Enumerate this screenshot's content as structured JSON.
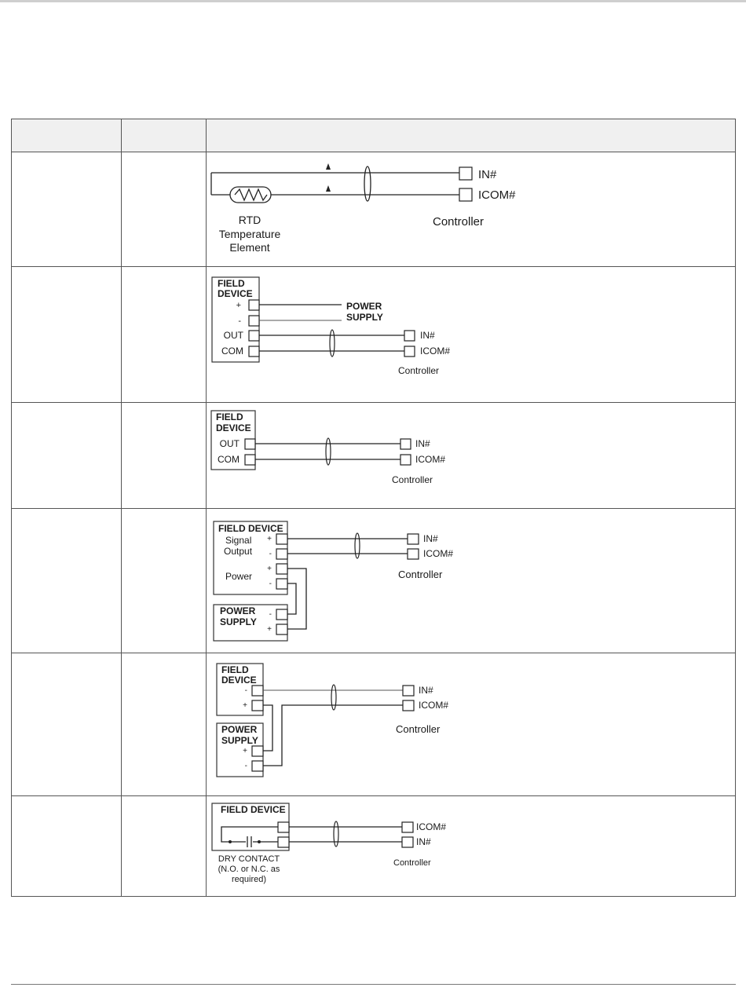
{
  "table": {
    "headers": [
      "",
      "",
      ""
    ],
    "rows": [
      {
        "col_a": "",
        "col_b": "",
        "diagram": {
          "terminals": [
            "IN#",
            "ICOM#"
          ],
          "element_label": [
            "RTD",
            "Temperature",
            "Element"
          ],
          "controller_label": "Controller"
        }
      },
      {
        "col_a": "",
        "col_b": "",
        "diagram": {
          "device_label": [
            "FIELD",
            "DEVICE"
          ],
          "pins": [
            "+",
            "-",
            "OUT",
            "COM"
          ],
          "supply_label": [
            "POWER",
            "SUPPLY"
          ],
          "terminals": [
            "IN#",
            "ICOM#"
          ],
          "controller_label": "Controller"
        }
      },
      {
        "col_a": "",
        "col_b": "",
        "diagram": {
          "device_label": [
            "FIELD",
            "DEVICE"
          ],
          "pins": [
            "OUT",
            "COM"
          ],
          "terminals": [
            "IN#",
            "ICOM#"
          ],
          "controller_label": "Controller"
        }
      },
      {
        "col_a": "",
        "col_b": "",
        "diagram": {
          "device_label": "FIELD DEVICE",
          "signal_label": [
            "Signal",
            "Output"
          ],
          "power_label": "Power",
          "signal_pins": [
            "+",
            "-"
          ],
          "power_pins": [
            "+",
            "-"
          ],
          "supply_label": [
            "POWER",
            "SUPPLY"
          ],
          "supply_pins": [
            "-",
            "+"
          ],
          "terminals": [
            "IN#",
            "ICOM#"
          ],
          "controller_label": "Controller"
        }
      },
      {
        "col_a": "",
        "col_b": "",
        "diagram": {
          "device_label": [
            "FIELD",
            "DEVICE"
          ],
          "device_pins": [
            "-",
            "+"
          ],
          "supply_label": [
            "POWER",
            "SUPPLY"
          ],
          "supply_pins": [
            "+",
            "-"
          ],
          "terminals": [
            "IN#",
            "ICOM#"
          ],
          "controller_label": "Controller"
        }
      },
      {
        "col_a": "",
        "col_b": "",
        "diagram": {
          "device_label": "FIELD DEVICE",
          "contact_label": [
            "DRY CONTACT",
            "(N.O. or N.C. as",
            "required)"
          ],
          "terminals": [
            "ICOM#",
            "IN#"
          ],
          "controller_label": "Controller"
        }
      }
    ]
  }
}
